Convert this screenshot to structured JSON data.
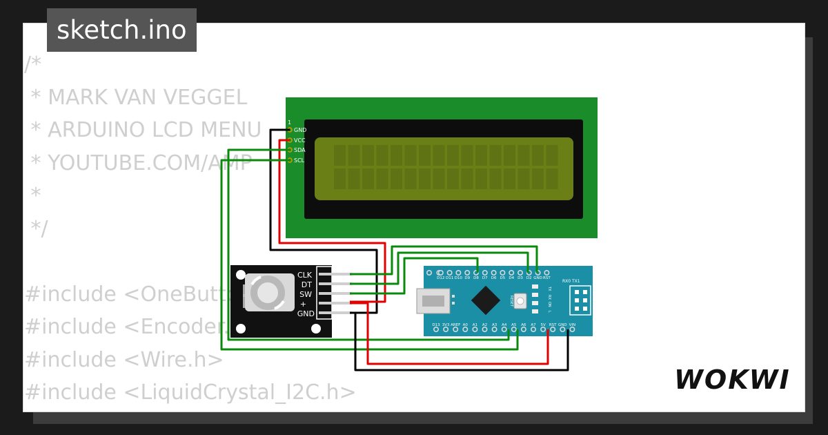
{
  "file_tab": {
    "label": "sketch.ino"
  },
  "code": {
    "lines": [
      "/*",
      " * MARK VAN VEGGEL",
      " * ARDUINO LCD MENU",
      " * YOUTUBE.COM/AMP",
      " *",
      " */",
      "",
      "#include <OneButton.h>",
      "#include <Encoder.h>",
      "#include <Wire.h>",
      "#include <LiquidCrystal_I2C.h>"
    ]
  },
  "lcd": {
    "pin_number": "1",
    "pins": [
      "GND",
      "VCC",
      "SDA",
      "SCL"
    ],
    "colors": {
      "board": "#1a8c2a",
      "bezel": "#0d0d0d",
      "screen": "#6b7f17",
      "cells": "#5f7214"
    }
  },
  "encoder": {
    "pins": [
      "CLK",
      "DT",
      "SW",
      "+",
      "GND"
    ],
    "colors": {
      "body": "#111111",
      "knob": "#d9d9d9"
    }
  },
  "nano": {
    "top_pins": [
      "D12",
      "D11",
      "D10",
      "D9",
      "D8",
      "D7",
      "D6",
      "D5",
      "D4",
      "D3",
      "D2",
      "GND",
      "RST"
    ],
    "bottom_pins": [
      "D13",
      "3V3",
      "AREF",
      "A0",
      "A1",
      "A2",
      "A3",
      "A4",
      "A5",
      "A6",
      "A7",
      "5V",
      "RST",
      "GND",
      "VIN"
    ],
    "labels": {
      "rx0_tx1": "RX0 TX1",
      "tx": "TX",
      "rx": "RX",
      "on": "ON",
      "l": "L",
      "reset": "RESET"
    },
    "colors": {
      "board": "#1a8fa5"
    }
  },
  "wire_colors": {
    "black": "#000000",
    "red": "#e00000",
    "green": "#0a8a0a"
  },
  "brand": {
    "logo_text": "WOKWI"
  }
}
